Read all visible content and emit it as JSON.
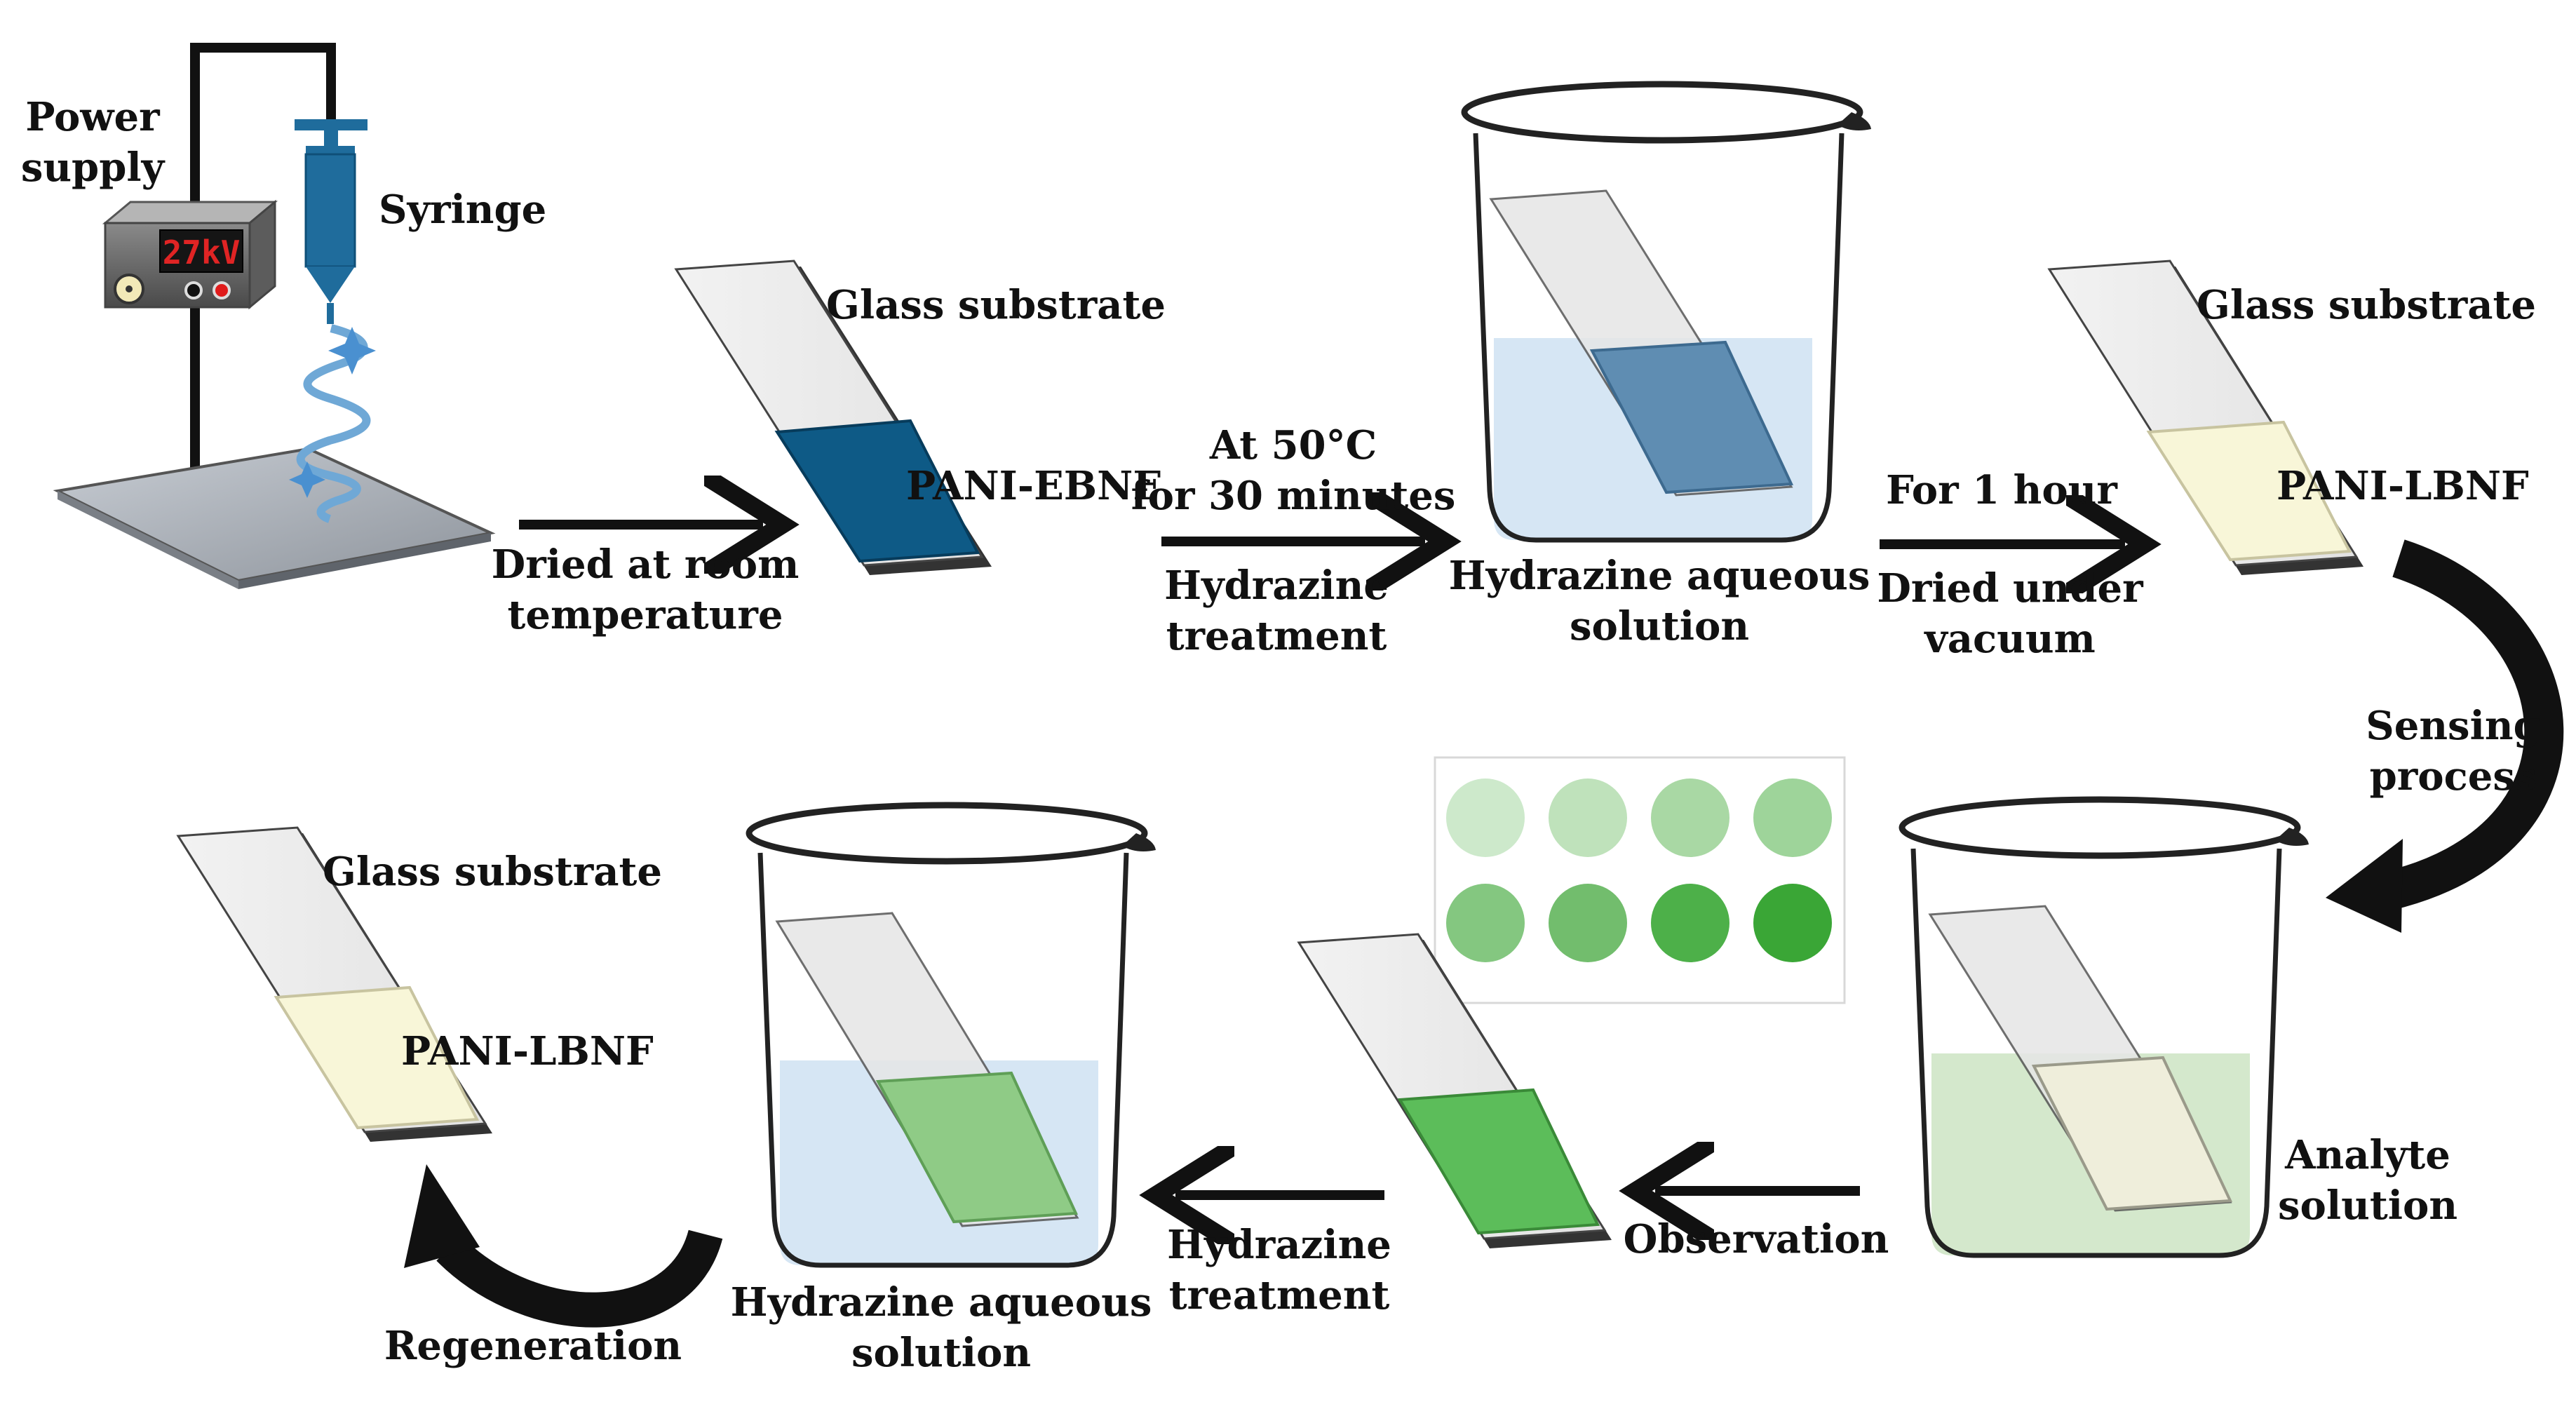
{
  "colors": {
    "ebnf": "#0e5a86",
    "lbnf": "#f8f6d8",
    "green_film": "#5cbd5a",
    "pale_green_film": "#8fcb86",
    "hydrazine_liquid": "#d6e6f4",
    "analyte_liquid": "#d4e8cc",
    "syringe": "#1f6c9c",
    "arrow": "#111111"
  },
  "power_supply": {
    "label_line1": "Power",
    "label_line2": "supply",
    "display": "27kV"
  },
  "syringe": {
    "label": "Syringe"
  },
  "top_row": {
    "substrate1": {
      "label": "Glass substrate",
      "film": "PANI-EBNF"
    },
    "step1": {
      "line1": "Dried at room",
      "line2": "temperature"
    },
    "step2": {
      "above1": "At 50°C",
      "above2": "for 30 minutes",
      "below1": "Hydrazine",
      "below2": "treatment"
    },
    "beaker1": {
      "line1": "Hydrazine aqueous",
      "line2": "solution"
    },
    "step3": {
      "above": "For 1 hour",
      "below1": "Dried under",
      "below2": "vacuum"
    },
    "substrate2": {
      "label": "Glass substrate",
      "film": "PANI-LBNF"
    }
  },
  "sensing": {
    "line1": "Sensing",
    "line2": "process"
  },
  "bottom_row": {
    "beaker2": {
      "line1": "Analyte",
      "line2": "solution"
    },
    "step4": {
      "label": "Observation"
    },
    "color_scale": [
      "#cde9cb",
      "#bfe2bb",
      "#a9d8a4",
      "#9ed49a",
      "#84c780",
      "#72bd6d",
      "#4db049",
      "#3aa636"
    ],
    "step5": {
      "line1": "Hydrazine",
      "line2": "treatment"
    },
    "beaker3": {
      "line1": "Hydrazine aqueous",
      "line2": "solution"
    },
    "substrate3": {
      "label": "Glass substrate",
      "film": "PANI-LBNF"
    },
    "regeneration": {
      "label": "Regeneration"
    }
  }
}
